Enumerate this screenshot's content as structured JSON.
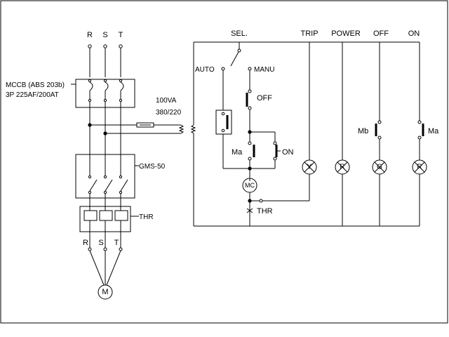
{
  "power": {
    "phase_labels_top": [
      "R",
      "S",
      "T"
    ],
    "phase_labels_bottom": [
      "R",
      "S",
      "T"
    ],
    "mccb_line1": "MCCB (ABS 203b)",
    "mccb_line2": "3P 225AF/200AT",
    "transformer_va": "100VA",
    "transformer_ratio": "380/220",
    "contactor": "GMS-50",
    "thermal_relay": "THR",
    "motor": "M"
  },
  "control": {
    "header": {
      "sel": "SEL.",
      "trip": "TRIP",
      "power": "POWER",
      "off": "OFF",
      "on": "ON"
    },
    "auto": "AUTO",
    "manu": "MANU",
    "off_button": "OFF",
    "on_button": "ON",
    "ma_contact": "Ma",
    "mc_coil": "MC",
    "thr_contact": "THR",
    "mb_contact": "Mb",
    "ma_contact_on": "Ma"
  },
  "lamps": {
    "trip": "Y",
    "power": "R",
    "off": "G",
    "on": "R"
  }
}
